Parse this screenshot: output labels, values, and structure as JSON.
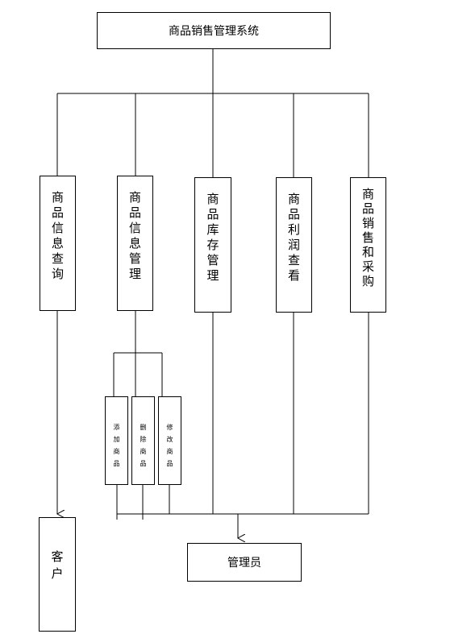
{
  "title": "商品销售管理系统",
  "modules": [
    {
      "id": "query",
      "label": "商品信息查询"
    },
    {
      "id": "info",
      "label": "商品信息管理"
    },
    {
      "id": "stock",
      "label": "商品库存管理"
    },
    {
      "id": "profit",
      "label": "商品利润查看"
    },
    {
      "id": "sales",
      "label": "商品销售和采购"
    }
  ],
  "submodules": [
    {
      "id": "add",
      "label": "添加商品"
    },
    {
      "id": "delete",
      "label": "删除商品"
    },
    {
      "id": "edit",
      "label": "修改商品"
    }
  ],
  "roles": {
    "customer": "客户",
    "admin": "管理员"
  }
}
